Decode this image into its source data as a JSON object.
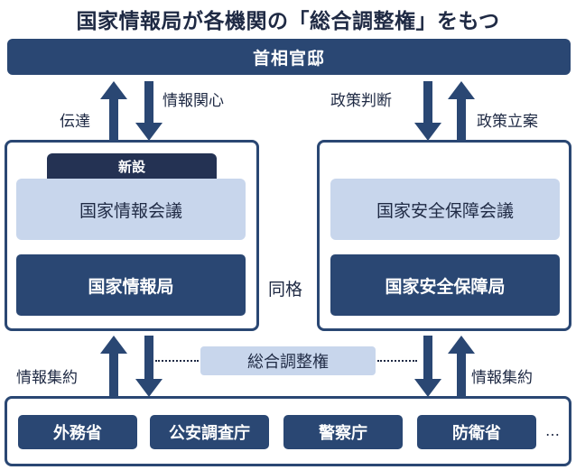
{
  "title": "国家情報局が各機関の「総合調整権」をもつ",
  "top": "首相官邸",
  "flows": {
    "left_up": "伝達",
    "left_down": "情報関心",
    "right_down": "政策判断",
    "right_up": "政策立案",
    "bottom_left": "情報集約",
    "bottom_right": "情報集約"
  },
  "left_panel": {
    "tag": "新設",
    "council": "国家情報会議",
    "bureau": "国家情報局"
  },
  "right_panel": {
    "council": "国家安全保障会議",
    "bureau": "国家安全保障局"
  },
  "middle_label": "同格",
  "coordination": "総合調整権",
  "agencies": [
    "外務省",
    "公安調査庁",
    "警察庁",
    "防衛省"
  ],
  "more": "…",
  "colors": {
    "dark": "#2a4773",
    "navy": "#243253",
    "light": "#c8d6ec"
  }
}
